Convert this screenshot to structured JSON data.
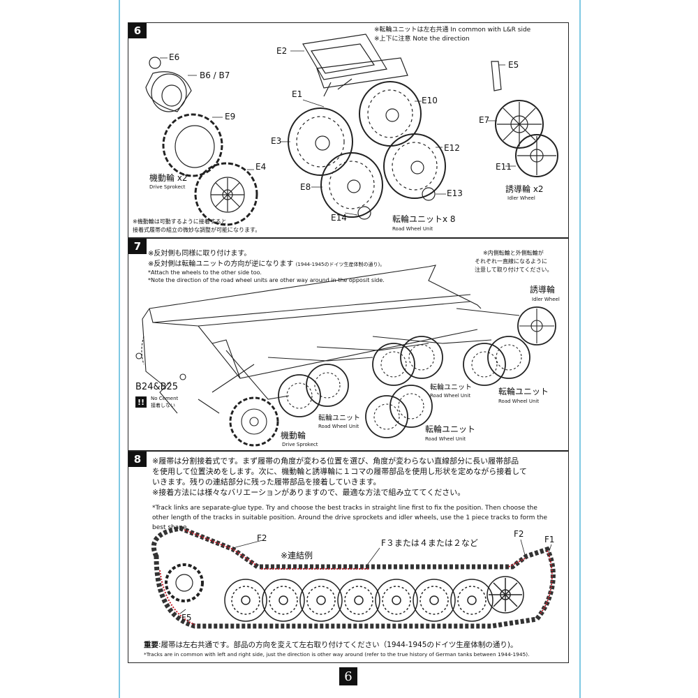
{
  "page_number": "6",
  "step6": {
    "number": "6",
    "note_common": "※転輪ユニットは左右共通 In common with L&R side",
    "note_direction": "※上下に注意 Note the direction",
    "labels": {
      "e6": "E6",
      "b6b7": "B6 / B7",
      "e9": "E9",
      "e4": "E4",
      "e2": "E2",
      "e1": "E1",
      "e10": "E10",
      "e3": "E3",
      "e12": "E12",
      "e8": "E8",
      "e13": "E13",
      "e14": "E14",
      "e5": "E5",
      "e7": "E7",
      "e11": "E11"
    },
    "drive_sprocket_jp": "機動輪 x2",
    "drive_sprocket_en": "Drive Sprokect",
    "road_wheel_unit_jp": "転輪ユニットx 8",
    "road_wheel_unit_en": "Road Wheel Unit",
    "idler_wheel_jp": "誘導輪 x2",
    "idler_wheel_en": "Idler Wheel",
    "footnote_1": "※機動輪は可動するように接着すると",
    "footnote_2": "接着式履帯の組立の微妙な調整が可能になります。"
  },
  "step7": {
    "number": "7",
    "jp_1": "※反対側も同様に取り付けます。",
    "jp_2": "※反対側は転輪ユニットの方向が逆になります",
    "jp_2_small": "(1944-1945のドイツ生産体制の通り)。",
    "en_1": "*Attach the wheels to the other side too.",
    "en_2": "*Note the direction of the road wheel units are other way around in the opposit side.",
    "right_note_1": "※内側転輪と外側転輪が",
    "right_note_2": "それぞれ一直線になるように",
    "right_note_3": "注意して取り付けてください。",
    "idler_jp": "誘導輪",
    "idler_en": "Idler Wheel",
    "rwu_jp": "転輪ユニット",
    "rwu_en": "Road Wheel Unit",
    "b24b25": "B24&B25",
    "no_cement_en": "No Cement",
    "no_cement_jp": "接着しない",
    "warn_mark": "!!",
    "sprocket_jp": "機動輪",
    "sprocket_en": "Drive Sprokect"
  },
  "step8": {
    "number": "8",
    "jp_lines": [
      "※履帯は分割接着式です。まず履帯の角度が変わる位置を選び、角度が変わらない直線部分に長い履帯部品",
      "を使用して位置決めをします。次に、機動輪と誘導輪に１コマの履帯部品を使用し形状を定めながら接着して",
      "いきます。残りの連結部分に残った履帯部品を接着していきます。",
      "※接着方法には様々なバリエーションがありますので、最適な方法で組み立ててください。"
    ],
    "en_lines": [
      "*Track links are separate-glue type. Try and choose the best tracks in straight line first to fix the position. Then choose the",
      "other length of the tracks in suitable position. Around the drive sprockets and idler wheels, use the 1 piece tracks to form the",
      "best shape."
    ],
    "f2_left": "F2",
    "f3": "F３または４または２など",
    "f2_right": "F2",
    "f1": "F1",
    "example": "※連結例",
    "f5": "F5",
    "important_label": "重要",
    "important_text": ":履帯は左右共通です。部品の方向を変えて左右取り付けてください（1944-1945のドイツ生産体制の通り)。",
    "important_en": "*Tracks are in common with left and right side, just the direction is other way around (refer to the true history of German tanks between 1944-1945)."
  }
}
